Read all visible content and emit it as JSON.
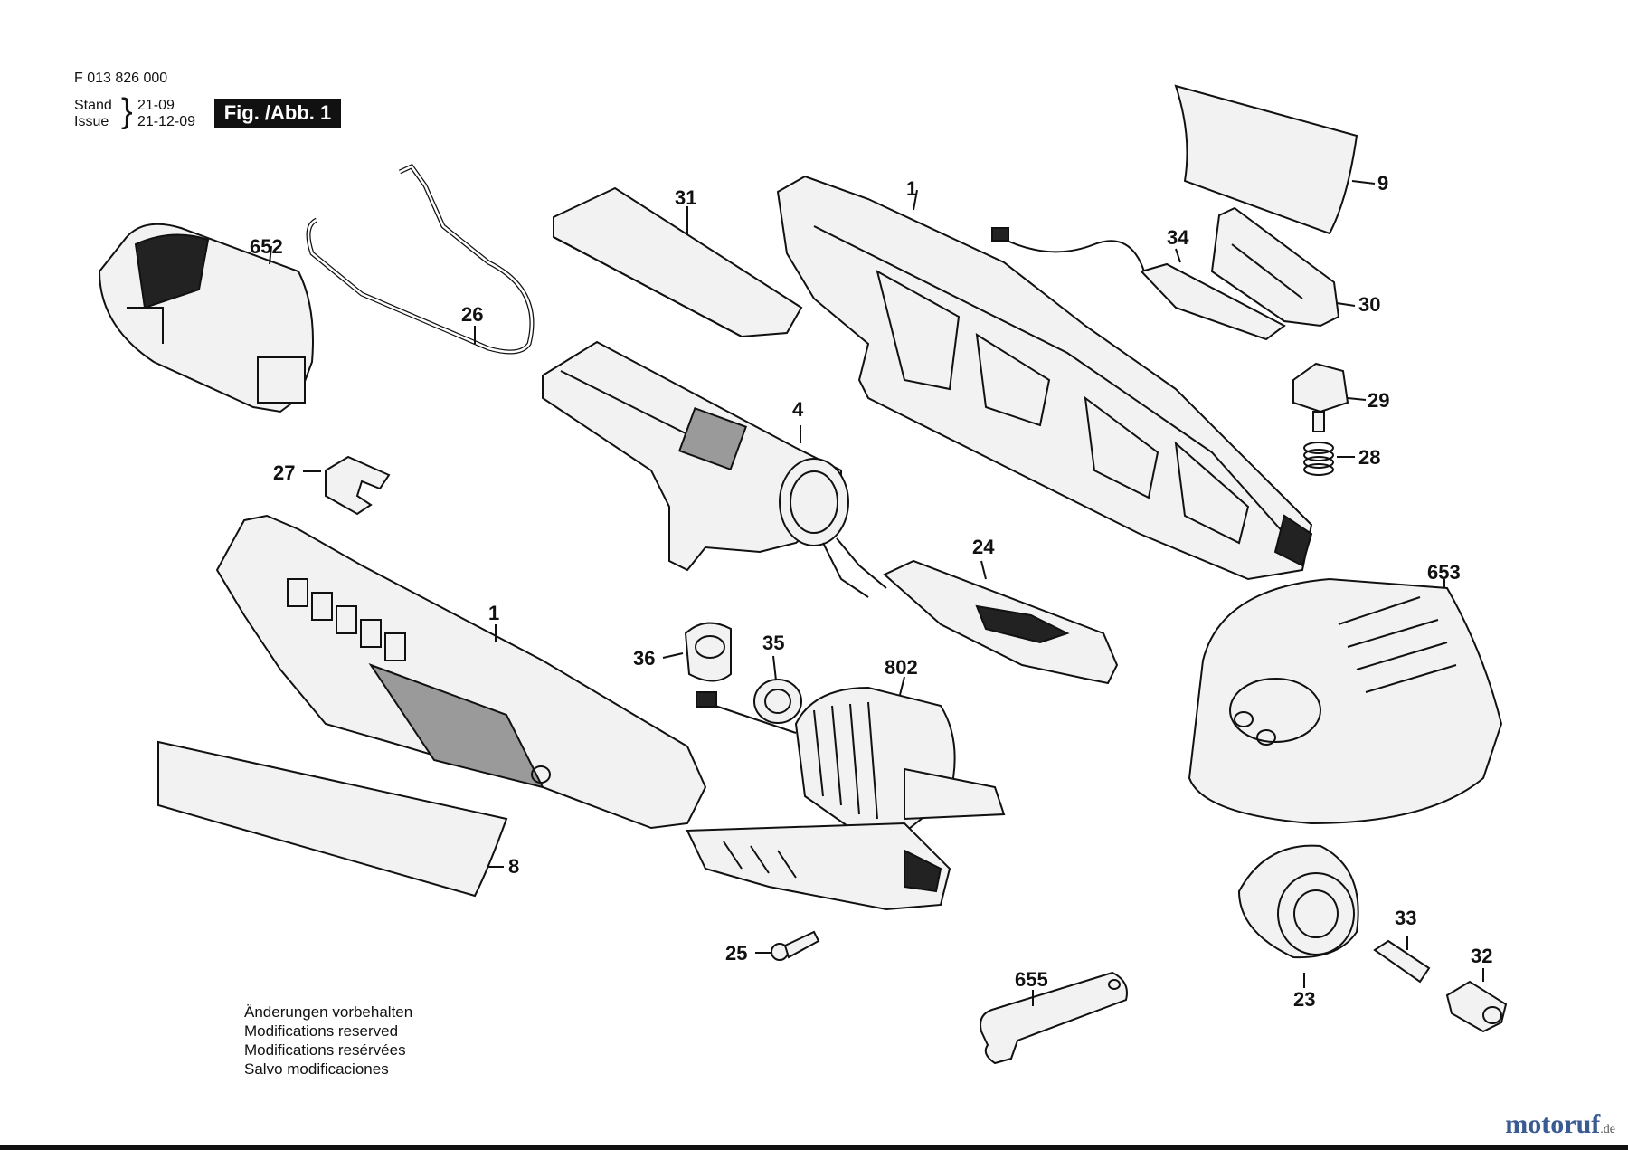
{
  "header": {
    "doc_number": "F 013 826 000",
    "stand_label": "Stand",
    "issue_label": "Issue",
    "stand_date": "21-09",
    "issue_date": "21-12-09",
    "figure_label": "Fig. /Abb. 1"
  },
  "notes": [
    "Änderungen vorbehalten",
    "Modifications reserved",
    "Modifications resérvées",
    "Salvo modificaciones"
  ],
  "part_labels": {
    "p1a": "1",
    "p1b": "1",
    "p4": "4",
    "p8": "8",
    "p9": "9",
    "p23": "23",
    "p24": "24",
    "p25": "25",
    "p26": "26",
    "p27": "27",
    "p28": "28",
    "p29": "29",
    "p30": "30",
    "p31": "31",
    "p32": "32",
    "p33": "33",
    "p34": "34",
    "p35": "35",
    "p36": "36",
    "p652": "652",
    "p653": "653",
    "p655": "655",
    "p802": "802"
  },
  "watermark": {
    "brand": "motoruf",
    "suffix": ".de"
  }
}
